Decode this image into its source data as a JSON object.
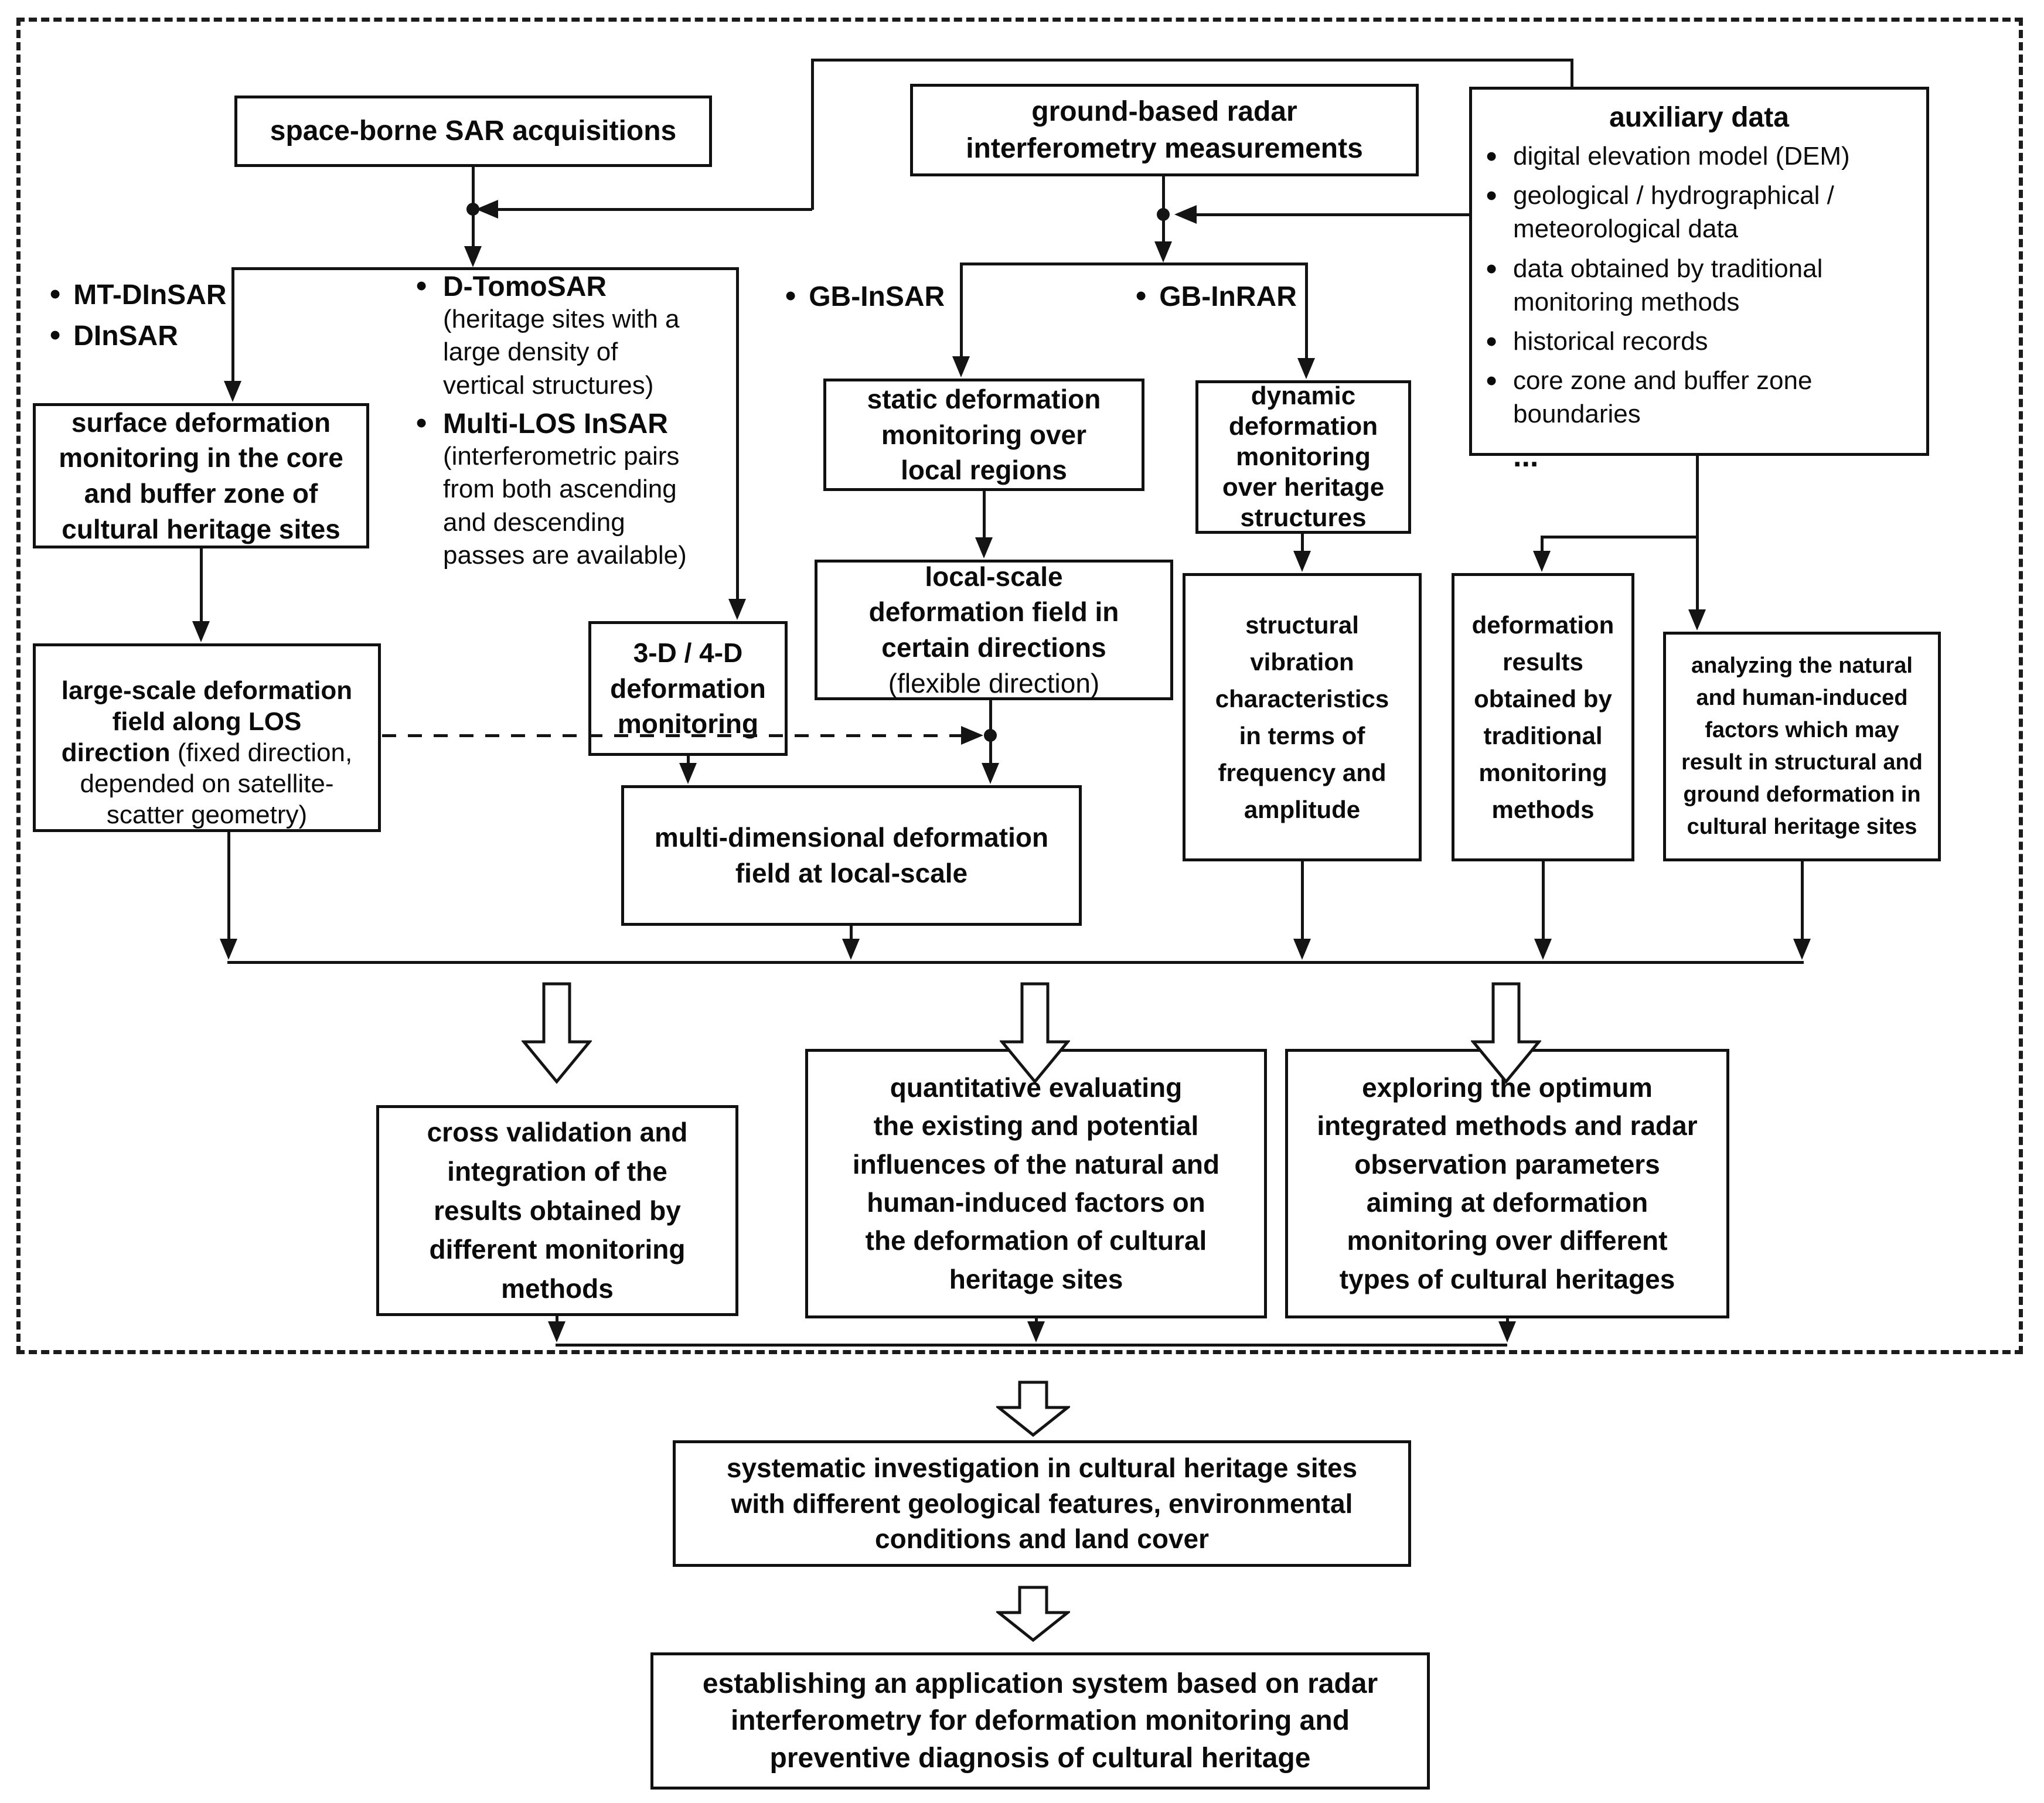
{
  "top": {
    "space_borne": "space-borne SAR acquisitions",
    "ground_based": "ground-based radar\ninterferometry measurements",
    "auxiliary_title": "auxiliary data",
    "auxiliary_items": [
      "digital elevation model (DEM)",
      "geological / hydrographical /\nmeteorological data",
      "data obtained by traditional\nmonitoring methods",
      "historical records",
      "core zone and buffer zone\nboundaries"
    ],
    "auxiliary_more": "..."
  },
  "methods": {
    "mt_dinsar": "MT-DInSAR",
    "dinsar": "DInSAR",
    "d_tomosar": "D-TomoSAR",
    "d_tomosar_note": "(heritage sites with a\nlarge density of\nvertical structures)",
    "multi_los": "Multi-LOS InSAR",
    "multi_los_note": "(interferometric pairs\nfrom both ascending\nand descending\npasses are available)",
    "gb_insar": "GB-InSAR",
    "gb_inrar": "GB-InRAR"
  },
  "boxes": {
    "surface": "surface deformation\nmonitoring in the core\nand buffer zone of\ncultural heritage sites",
    "three_d": "3-D / 4-D\ndeformation\nmonitoring",
    "static": "static deformation\nmonitoring over\nlocal regions",
    "local_scale": "local-scale\ndeformation field in\ncertain directions",
    "local_scale_note": "(flexible direction)",
    "dynamic": "dynamic\ndeformation\nmonitoring\nover heritage\nstructures",
    "large_scale": "large-scale deformation\nfield along LOS\ndirection ",
    "large_scale_note": "(fixed direction,\ndepended on satellite-\nscatter geometry)",
    "multi_dim": "multi-dimensional deformation\nfield at local-scale",
    "structural": "structural\nvibration\ncharacteristics\nin terms of\nfrequency and\namplitude",
    "def_results": "deformation\nresults\nobtained by\ntraditional\nmonitoring\nmethods",
    "analyzing": "analyzing the natural\nand human-induced\nfactors which may\nresult in structural and\nground deformation in\ncultural heritage sites"
  },
  "summary": {
    "cross": "cross validation and\nintegration of the\nresults obtained by\ndifferent monitoring\nmethods",
    "quantitative": "quantitative evaluating\nthe existing and potential\ninfluences of the natural and\nhuman-induced factors on\nthe deformation of cultural\nheritage sites",
    "exploring": "exploring the optimum\nintegrated methods and radar\nobservation parameters\naiming at deformation\nmonitoring over different\ntypes of cultural heritages"
  },
  "bottom": {
    "systematic": "systematic investigation in cultural heritage sites\nwith different geological features, environmental\nconditions and land cover",
    "establishing": "establishing an application system based on radar\ninterferometry for deformation monitoring and\npreventive diagnosis of cultural heritage"
  }
}
